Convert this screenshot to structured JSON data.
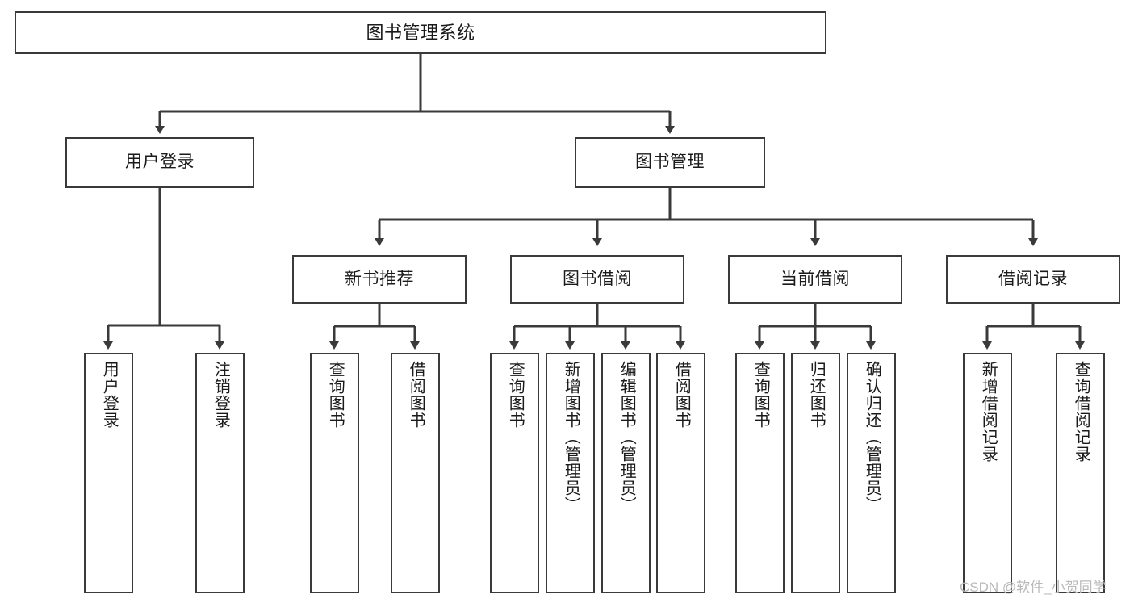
{
  "diagram": {
    "type": "tree-hierarchy-chart",
    "title": "图书管理系统",
    "watermark": "CSDN @软件_小贺同学",
    "colors": {
      "box_border": "#3a3a3a",
      "box_fill": "#ffffff",
      "connector": "#3a3a3a",
      "text": "#1a1a1a",
      "watermark": "#b9b9b9",
      "background": "#ffffff"
    },
    "root": {
      "label": "图书管理系统"
    },
    "level2": [
      {
        "id": "user-login",
        "label": "用户登录"
      },
      {
        "id": "book-manage",
        "label": "图书管理"
      }
    ],
    "level3": [
      {
        "id": "new-book-recommend",
        "label": "新书推荐"
      },
      {
        "id": "book-borrow",
        "label": "图书借阅"
      },
      {
        "id": "current-borrow",
        "label": "当前借阅"
      },
      {
        "id": "borrow-record",
        "label": "借阅记录"
      }
    ],
    "leaves": {
      "user_login": [
        {
          "id": "leaf-user-login",
          "label": "用户登录"
        },
        {
          "id": "leaf-logout",
          "label": "注销登录"
        }
      ],
      "new_book_recommend": [
        {
          "id": "leaf-query-book-1",
          "label": "查询图书"
        },
        {
          "id": "leaf-borrow-book-1",
          "label": "借阅图书"
        }
      ],
      "book_borrow": [
        {
          "id": "leaf-query-book-2",
          "label": "查询图书"
        },
        {
          "id": "leaf-add-book",
          "label": "新增图书（管理员）"
        },
        {
          "id": "leaf-edit-book",
          "label": "编辑图书（管理员）"
        },
        {
          "id": "leaf-borrow-book-2",
          "label": "借阅图书"
        }
      ],
      "current_borrow": [
        {
          "id": "leaf-query-book-3",
          "label": "查询图书"
        },
        {
          "id": "leaf-return-book",
          "label": "归还图书"
        },
        {
          "id": "leaf-confirm-return",
          "label": "确认归还（管理员）"
        }
      ],
      "borrow_record": [
        {
          "id": "leaf-add-record",
          "label": "新增借阅记录"
        },
        {
          "id": "leaf-query-record",
          "label": "查询借阅记录"
        }
      ]
    }
  }
}
